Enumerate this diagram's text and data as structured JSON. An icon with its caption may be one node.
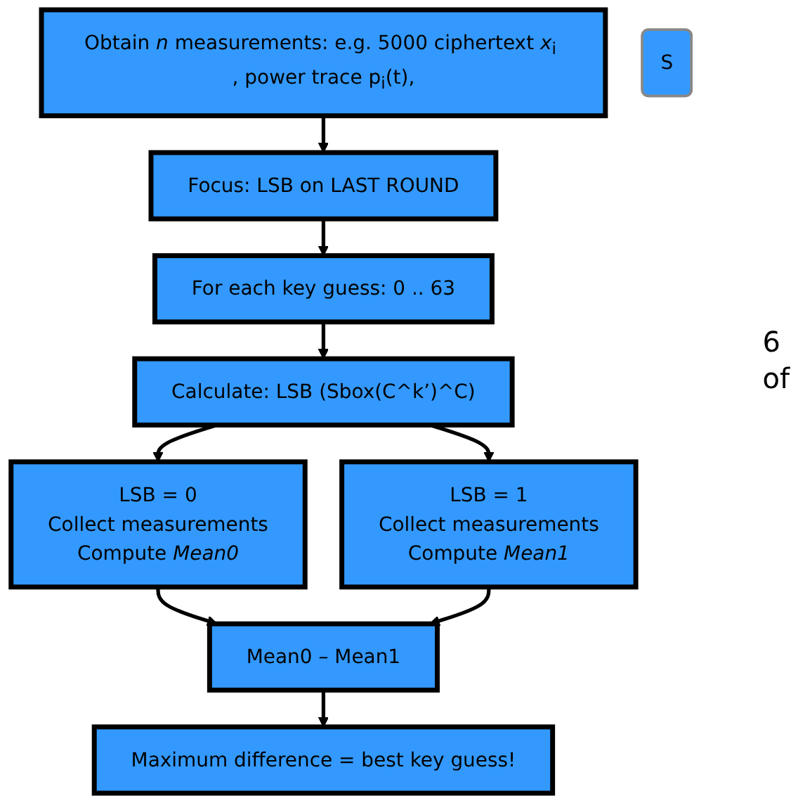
{
  "diagram": {
    "nodes": [
      {
        "text": [
          "Obtain *n* measurements: e.g. 5000 ciphertext *x*$_{i}$ , power trace p$_{i}$(t),"
        ]
      },
      {
        "text": [
          "Focus: LSB on LAST ROUND"
        ]
      },
      {
        "text": [
          "For each key guess: 0 .. 63"
        ]
      },
      {
        "text": [
          "Calculate: LSB (Sbox(C^k’)^C)"
        ]
      },
      {
        "text": [
          "LSB = 0",
          "Collect measurements",
          "Compute *Mean0*"
        ]
      },
      {
        "text": [
          "LSB = 1",
          "Collect measurements",
          "Compute *Mean1*"
        ]
      },
      {
        "text": [
          "Mean0 – Mean1"
        ]
      },
      {
        "text": [
          "Maximum difference = best key guess!"
        ]
      },
      {
        "text": [
          "S"
        ]
      }
    ],
    "edges": [
      {
        "from": 0,
        "to": 1,
        "arrow": "to"
      },
      {
        "from": 1,
        "to": 2,
        "arrow": "to"
      },
      {
        "from": 2,
        "to": 3,
        "arrow": "to"
      },
      {
        "from": 3,
        "to": 4,
        "arrow": "to"
      },
      {
        "from": 3,
        "to": 5,
        "arrow": "to"
      },
      {
        "from": 4,
        "to": 6,
        "arrow": "to"
      },
      {
        "from": 5,
        "to": 6,
        "arrow": "to"
      },
      {
        "from": 6,
        "to": 7,
        "arrow": "to"
      }
    ],
    "labels": [
      "6",
      "of"
    ]
  }
}
